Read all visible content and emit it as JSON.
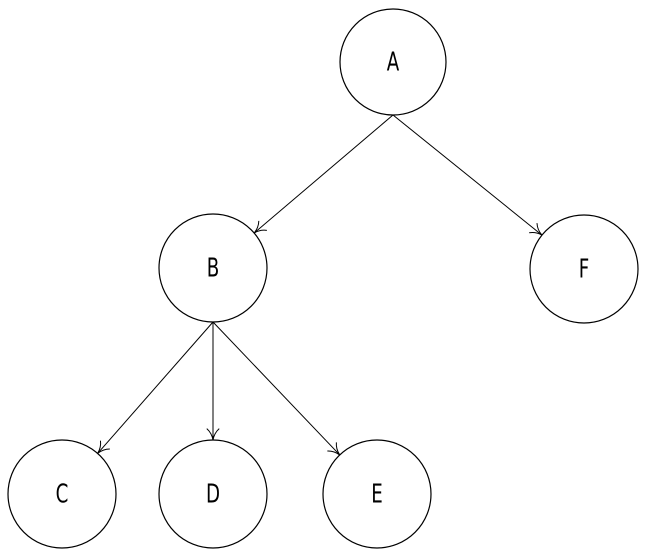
{
  "diagram": {
    "type": "tree",
    "nodes": [
      {
        "id": "A",
        "label": "A"
      },
      {
        "id": "B",
        "label": "B"
      },
      {
        "id": "F",
        "label": "F"
      },
      {
        "id": "C",
        "label": "C"
      },
      {
        "id": "D",
        "label": "D"
      },
      {
        "id": "E",
        "label": "E"
      }
    ],
    "edges": [
      {
        "from": "A",
        "to": "B",
        "directed": true
      },
      {
        "from": "A",
        "to": "F",
        "directed": true
      },
      {
        "from": "B",
        "to": "C",
        "directed": true
      },
      {
        "from": "B",
        "to": "D",
        "directed": true
      },
      {
        "from": "B",
        "to": "E",
        "directed": true
      }
    ],
    "colors": {
      "stroke": "#000000",
      "fill": "#ffffff",
      "text": "#000000"
    }
  }
}
